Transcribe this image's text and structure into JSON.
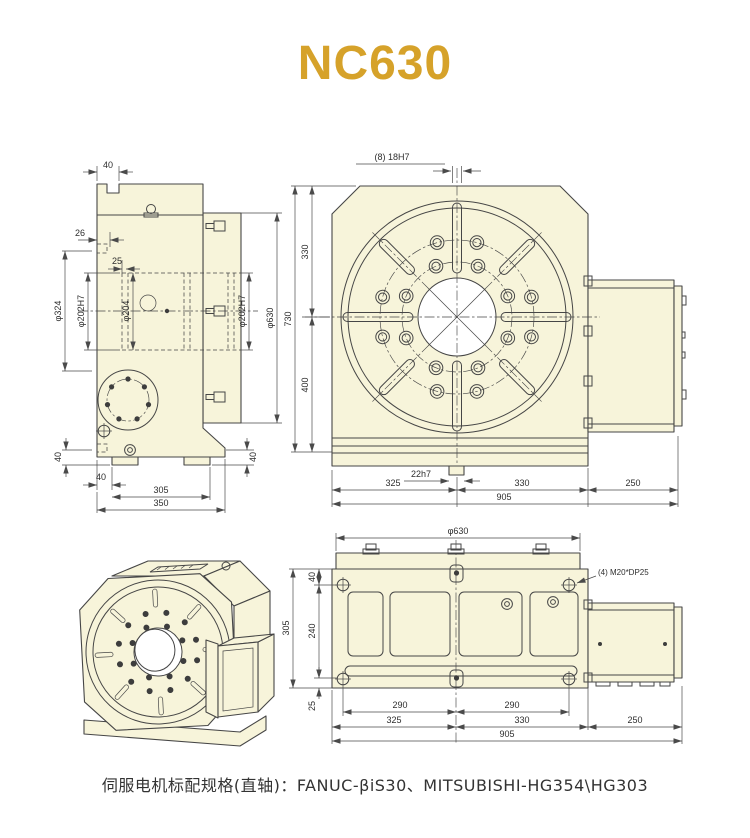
{
  "title": "NC630",
  "footer_note": "伺服电机标配规格(直轴)：FANUC-βiS30、MITSUBISHI-HG354\\HG303",
  "theme": {
    "accent": "#D6A22A",
    "part_fill": "#F7F4DA",
    "line": "#464646"
  },
  "side_view": {
    "dims": {
      "top_width": "40",
      "offset_26": "26",
      "offset_25": "25",
      "dia_324": "φ324",
      "dia_202_left": "φ202H7",
      "dia_204": "φ204",
      "dia_202_right": "φ202H7",
      "dia_630": "φ630",
      "base_40_left": "40",
      "base_40_right": "40",
      "foot_40": "40",
      "len_305": "305",
      "len_350": "350"
    }
  },
  "front_view": {
    "dims": {
      "slot_spec": "(8) 18H7",
      "h_330": "330",
      "h_730": "730",
      "h_400": "400",
      "key_spec": "22h7",
      "w_325": "325",
      "w_330": "330",
      "w_250": "250",
      "w_905": "905"
    }
  },
  "plan_view": {
    "dims": {
      "dia_630": "φ630",
      "screw_spec": "(4) M20*DP25",
      "h_40": "40",
      "h_240": "240",
      "h_305": "305",
      "h_25": "25",
      "w_290_left": "290",
      "w_290_right": "290",
      "w_325": "325",
      "w_330": "330",
      "w_250": "250",
      "w_905": "905"
    }
  }
}
